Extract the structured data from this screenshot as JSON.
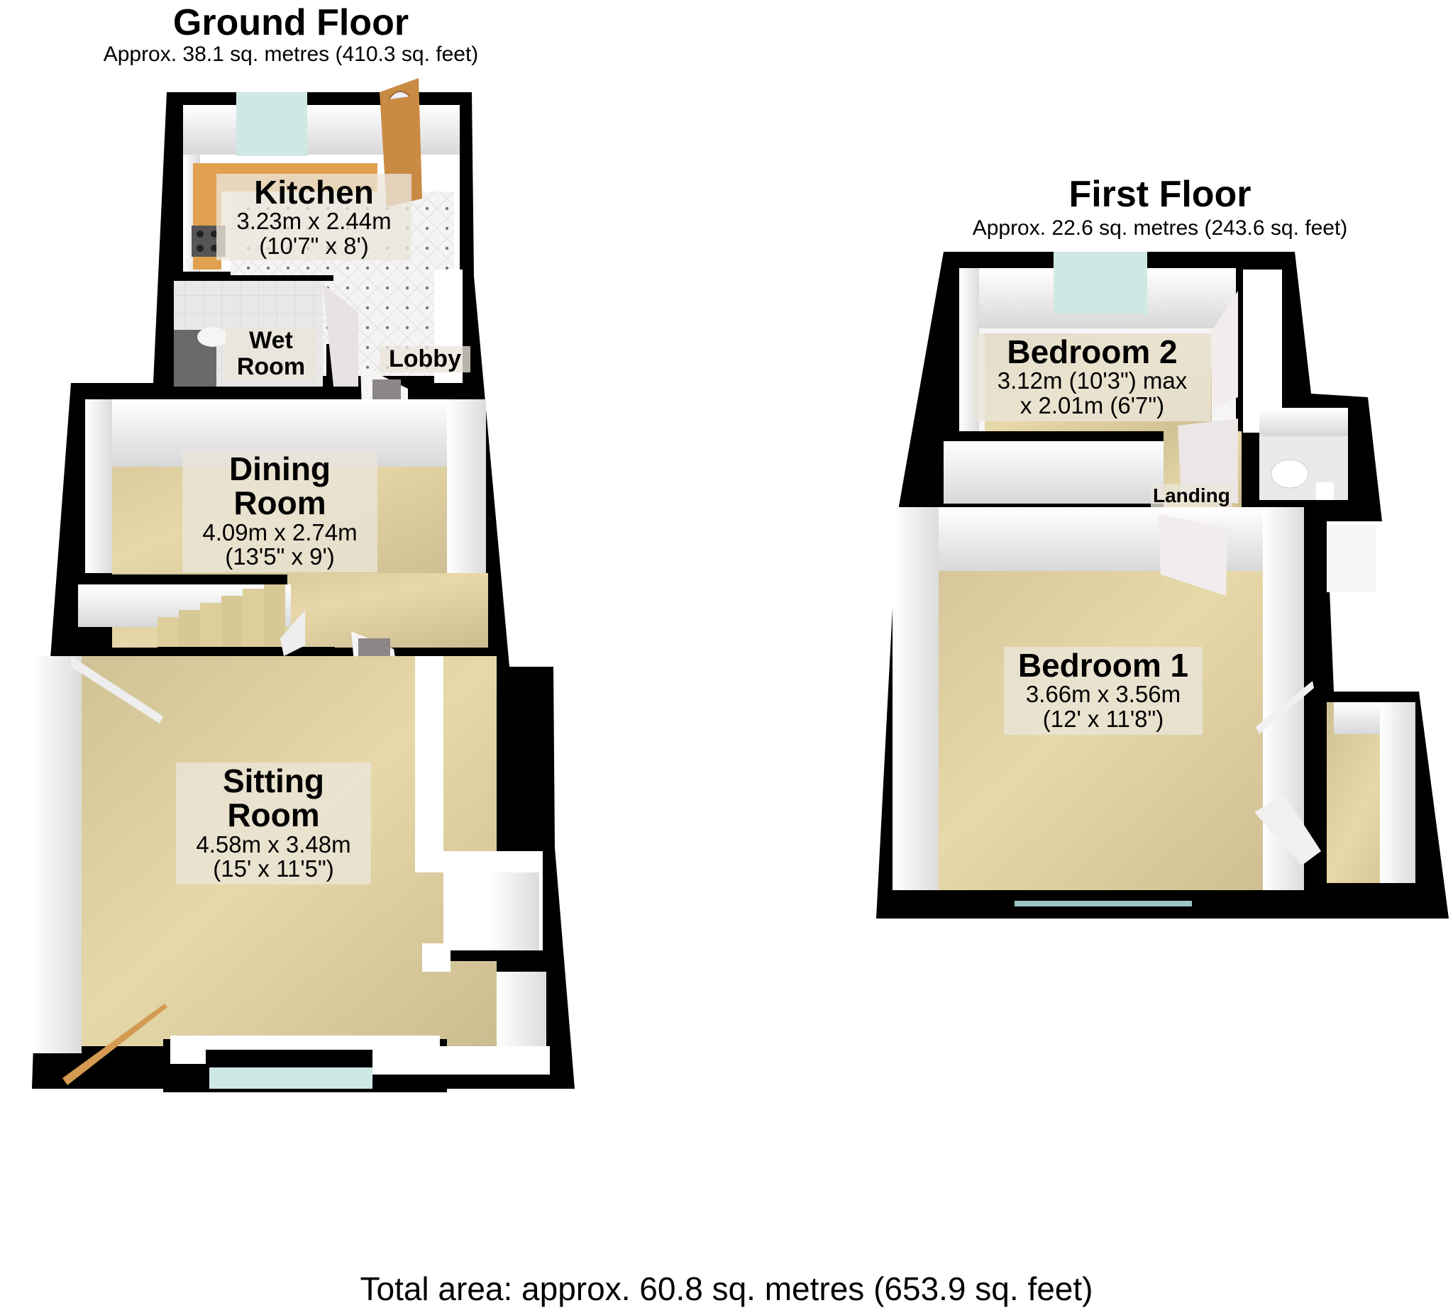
{
  "ground_floor": {
    "title": "Ground Floor",
    "area": "Approx. 38.1 sq. metres (410.3 sq. feet)",
    "rooms": [
      {
        "name": "Kitchen",
        "metric": "3.23m x 2.44m",
        "imperial": "(10'7\" x 8')"
      },
      {
        "name_line1": "Wet",
        "name_line2": "Room"
      },
      {
        "name": "Lobby"
      },
      {
        "name_line1": "Dining",
        "name_line2": "Room",
        "metric": "4.09m x 2.74m",
        "imperial": "(13'5\" x 9')"
      },
      {
        "name_line1": "Sitting",
        "name_line2": "Room",
        "metric": "4.58m x 3.48m",
        "imperial": "(15' x 11'5\")"
      }
    ]
  },
  "first_floor": {
    "title": "First Floor",
    "area": "Approx. 22.6 sq. metres (243.6 sq. feet)",
    "rooms": [
      {
        "name": "Bedroom 2",
        "metric": "3.12m (10'3\") max",
        "imperial": "x 2.01m (6'7\")"
      },
      {
        "name": "Landing"
      },
      {
        "name": "Bedroom 1",
        "metric": "3.66m x 3.56m",
        "imperial": "(12' x 11'8\")"
      }
    ]
  },
  "total_area": "Total area: approx. 60.8 sq. metres (653.9 sq. feet)",
  "colors": {
    "wall": "#000000",
    "carpet": "#d8cba0",
    "inner_wall": "#f2f2f2",
    "window": "#cfe8e6",
    "wood": "#d49a52",
    "worktop": "#e0a050"
  }
}
